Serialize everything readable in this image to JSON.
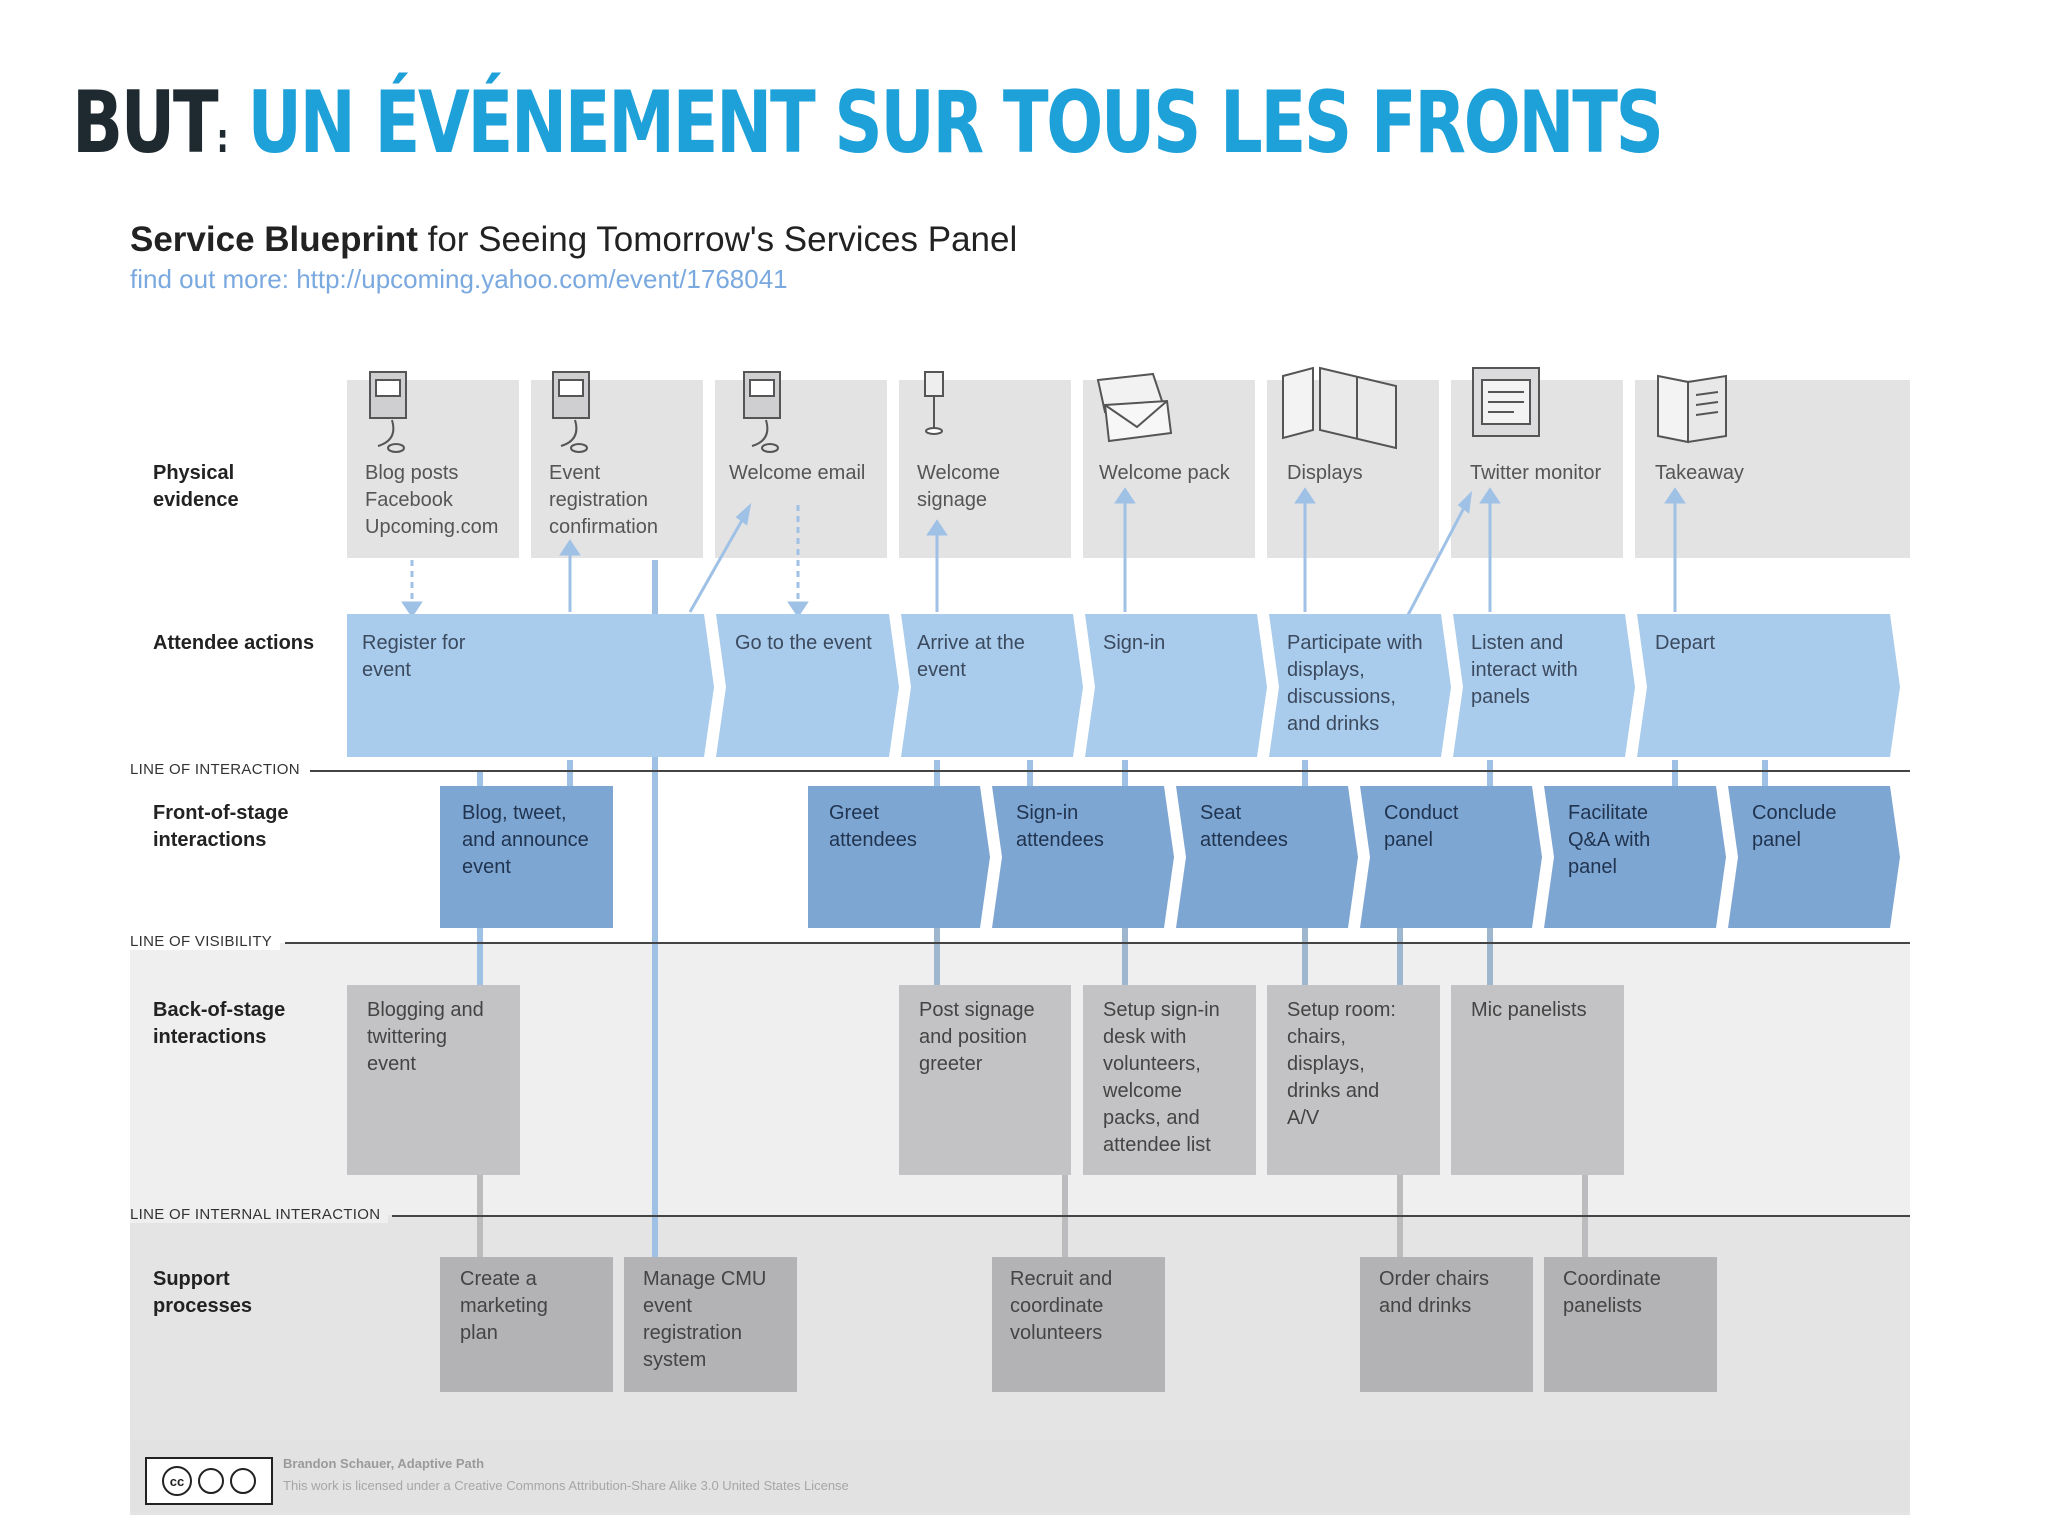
{
  "slide": {
    "title_lead": "BUT",
    "title_colon": ":",
    "title_rest": "UN ÉVÉNEMENT SUR TOUS LES FRONTS"
  },
  "blueprint": {
    "title_bold": "Service Blueprint",
    "title_rest": " for Seeing Tomorrow's Services Panel",
    "link": "find out more: http://upcoming.yahoo.com/event/1768041",
    "rows": {
      "physical": "Physical evidence",
      "attendee": "Attendee actions",
      "front": "Front-of-stage interactions",
      "back": "Back-of-stage interactions",
      "support": "Support processes"
    },
    "lines": {
      "interaction": "LINE OF INTERACTION",
      "visibility": "LINE OF VISIBILITY",
      "internal": "LINE OF INTERNAL INTERACTION"
    },
    "physical_evidence": [
      {
        "label": "Blog posts Facebook Upcoming.com",
        "icon": "computer-icon"
      },
      {
        "label": "Event registration confirmation",
        "icon": "computer-icon"
      },
      {
        "label": "Welcome email",
        "icon": "computer-icon"
      },
      {
        "label": "Welcome signage",
        "icon": "signpost-icon"
      },
      {
        "label": "Welcome pack",
        "icon": "envelope-icon"
      },
      {
        "label": "Displays",
        "icon": "display-board-icon"
      },
      {
        "label": "Twitter monitor",
        "icon": "monitor-icon"
      },
      {
        "label": "Takeaway",
        "icon": "booklet-icon"
      }
    ],
    "attendee_actions": [
      "Register for event",
      "Go to the event",
      "Arrive at the event",
      "Sign-in",
      "Participate with displays, discussions, and drinks",
      "Listen and interact with panels",
      "Depart"
    ],
    "front_stage": [
      "Blog, tweet, and announce event",
      "Greet attendees",
      "Sign-in attendees",
      "Seat attendees",
      "Conduct panel",
      "Facilitate Q&A with panel",
      "Conclude panel"
    ],
    "back_stage": [
      "Blogging and twittering event",
      "Post signage and position greeter",
      "Setup sign-in desk with volunteers, welcome packs, and attendee list",
      "Setup room: chairs, displays, drinks and A/V",
      "Mic panelists"
    ],
    "support": [
      "Create a marketing plan",
      "Manage CMU event registration system",
      "Recruit and coordinate volunteers",
      "Order chairs and drinks",
      "Coordinate panelists"
    ],
    "footer": {
      "credit": "Brandon Schauer, Adaptive Path",
      "license": "This work is licensed under a Creative Commons Attribution-Share Alike 3.0 United States License",
      "cc_badge": "cc"
    }
  },
  "colors": {
    "accent_blue": "#1ea0d8",
    "attendee_fill": "#a9cbec",
    "front_fill": "#7ea6d3",
    "evidence_fill": "#e3e3e4",
    "back_fill": "#c3c3c5",
    "support_fill": "#b3b3b5"
  }
}
